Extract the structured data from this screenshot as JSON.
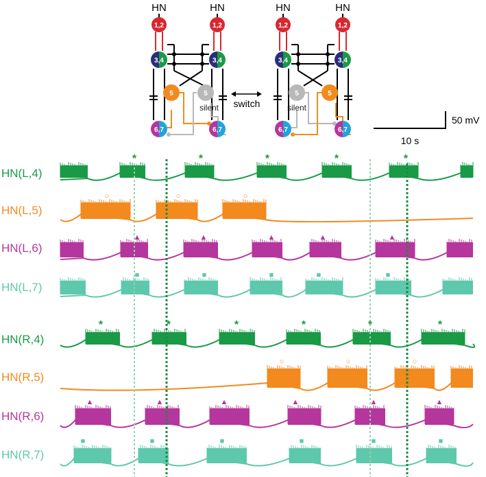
{
  "diagram": {
    "hn_label": "HN",
    "node_12": "1,2",
    "node_34": "3,4",
    "node_5": "5",
    "node_67": "6,7",
    "silent_label": "silent",
    "switch_label": "switch"
  },
  "scale_bar": {
    "voltage_label": "50 mV",
    "time_label": "10 s"
  },
  "traces": [
    {
      "label": "HN(L,4)",
      "color": "#1a9a46",
      "marker": "*"
    },
    {
      "label": "HN(L,5)",
      "color": "#f28a1e",
      "marker": "○"
    },
    {
      "label": "HN(L,6)",
      "color": "#b5369c",
      "marker": "▲"
    },
    {
      "label": "HN(L,7)",
      "color": "#5ec8ac",
      "marker": "■"
    },
    {
      "label": "HN(R,4)",
      "color": "#1a9a46",
      "marker": "*"
    },
    {
      "label": "HN(R,5)",
      "color": "#f28a1e",
      "marker": "○"
    },
    {
      "label": "HN(R,6)",
      "color": "#b5369c",
      "marker": "▲"
    },
    {
      "label": "HN(R,7)",
      "color": "#5ec8ac",
      "marker": "■"
    }
  ],
  "colors": {
    "red": "#d7282f",
    "navy": "#2a2f7a",
    "green": "#1a9a46",
    "orange": "#f28a1e",
    "gray": "#b8b8b8",
    "magenta": "#b5369c",
    "cyan": "#22a3d9",
    "teal": "#5ec8ac"
  }
}
